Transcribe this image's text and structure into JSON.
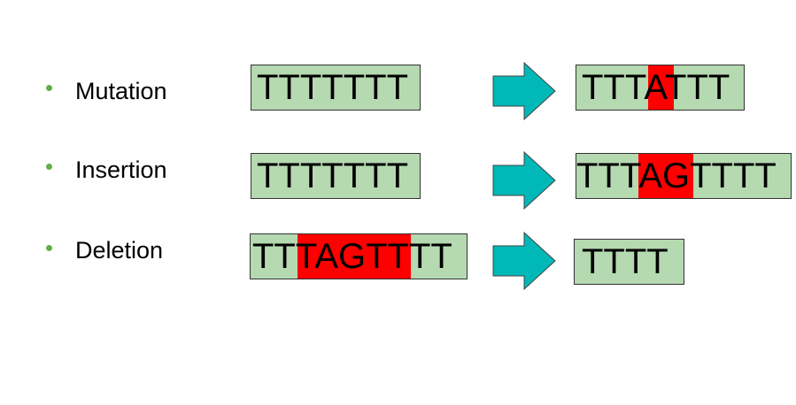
{
  "colors": {
    "bullet": "#5fae48",
    "box_fill": "#b5d9b0",
    "highlight": "#ff0000",
    "arrow_fill": "#00b8b8",
    "arrow_stroke": "#444444"
  },
  "rows": [
    {
      "label": "Mutation",
      "before": "TTTTTTT",
      "after": "TTTATTT"
    },
    {
      "label": "Insertion",
      "before": "TTTTTTT",
      "after": "TTTAGTTTT"
    },
    {
      "label": "Deletion",
      "before": "TTTAGTTTT",
      "after": "TTTT"
    }
  ]
}
